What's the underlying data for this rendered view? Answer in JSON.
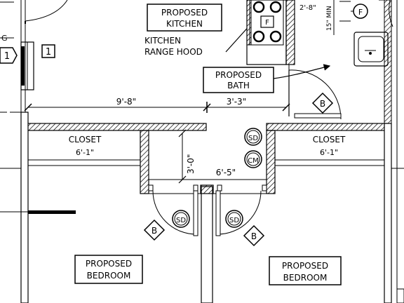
{
  "rooms": {
    "kitchen": [
      "PROPOSED",
      "KITCHEN"
    ],
    "bath": [
      "PROPOSED",
      "BATH"
    ],
    "bedroom_left": [
      "PROPOSED",
      "BEDROOM"
    ],
    "bedroom_right": [
      "PROPOSED",
      "BEDROOM"
    ],
    "closet_left": "CLOSET",
    "closet_right": "CLOSET"
  },
  "notes": {
    "range_hood": [
      "KITCHEN",
      "RANGE HOOD"
    ],
    "min_clearance": "15\" MIN",
    "bath_dim": "2'-8\""
  },
  "dimensions": {
    "left_span": "9'-8\"",
    "right_span": "3'-3\"",
    "closet_left_width": "6'-1\"",
    "closet_right_width": "6'-1\"",
    "hall_width": "6'-5\"",
    "hall_depth": "3'-0\""
  },
  "symbols": {
    "smoke_detector": "SD",
    "co_monitor": "CM",
    "door_tag": "B",
    "appliance": "F",
    "elevation_tag": "1",
    "edge_letter": "G"
  }
}
